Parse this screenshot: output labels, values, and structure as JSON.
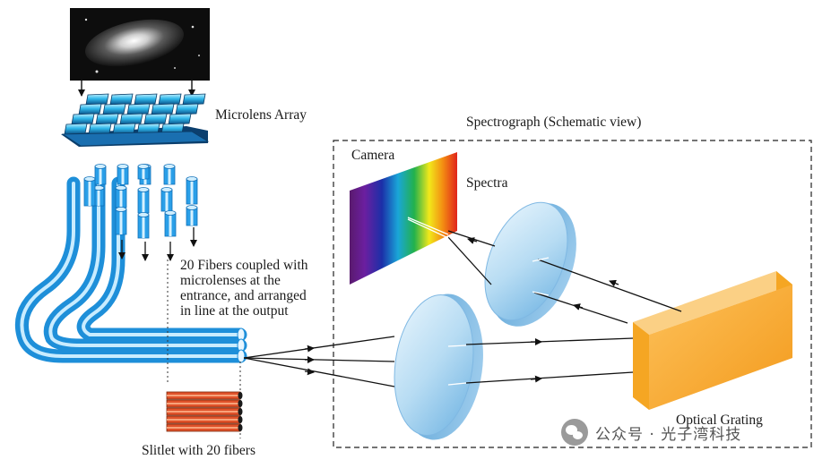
{
  "labels": {
    "microlens": "Microlens Array",
    "spectrograph": "Spectrograph (Schematic view)",
    "camera": "Camera",
    "spectra": "Spectra",
    "fibers_line1": "20 Fibers coupled with",
    "fibers_line2": "microlenses at the",
    "fibers_line3": "entrance, and arranged",
    "fibers_line4": "in line at the output",
    "grating": "Optical Grating",
    "slitlet": "Slitlet with 20 fibers"
  },
  "watermark": {
    "text": "公众号 · 光子湾科技"
  },
  "colors": {
    "fiber_blue": "#2a9fe8",
    "grating_orange": "#f5a623",
    "lens_blue": "#a9d2ee",
    "slitlet_orange": "#e0522a"
  }
}
